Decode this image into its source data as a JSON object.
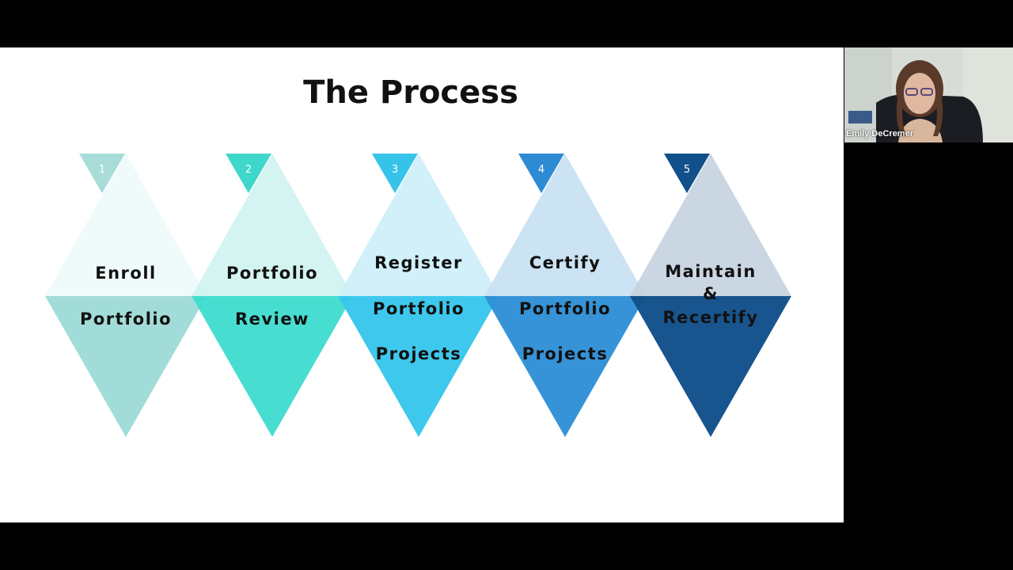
{
  "slide": {
    "title": "The Process",
    "steps": [
      {
        "number": "1",
        "top_label": [
          "Enroll"
        ],
        "bottom_label": [
          "Portfolio"
        ],
        "top_color": "#eefbfa",
        "bottom_color": "#9fdbd7",
        "marker_color": "#a7dcd8"
      },
      {
        "number": "2",
        "top_label": [
          "Portfolio"
        ],
        "bottom_label": [
          "Review"
        ],
        "top_color": "#cff3ef",
        "bottom_color": "#42dccf",
        "marker_color": "#3fd6cb"
      },
      {
        "number": "3",
        "top_label": [
          "Register"
        ],
        "bottom_label": [
          "Portfolio",
          "Projects"
        ],
        "top_color": "#cdeff9",
        "bottom_color": "#38c6ec",
        "marker_color": "#36c3ea"
      },
      {
        "number": "4",
        "top_label": [
          "Certify"
        ],
        "bottom_label": [
          "Portfolio",
          "Projects"
        ],
        "top_color": "#c7e1f2",
        "bottom_color": "#2f8fd6",
        "marker_color": "#2d8bd3"
      },
      {
        "number": "5",
        "top_label": [
          "Maintain",
          "&",
          "Recertify"
        ],
        "bottom_label": [],
        "top_color": "#c5d3e0",
        "bottom_color": "#11508a",
        "marker_color": "#11508a"
      }
    ]
  },
  "video": {
    "participant_name": "Emily DeCremer"
  }
}
